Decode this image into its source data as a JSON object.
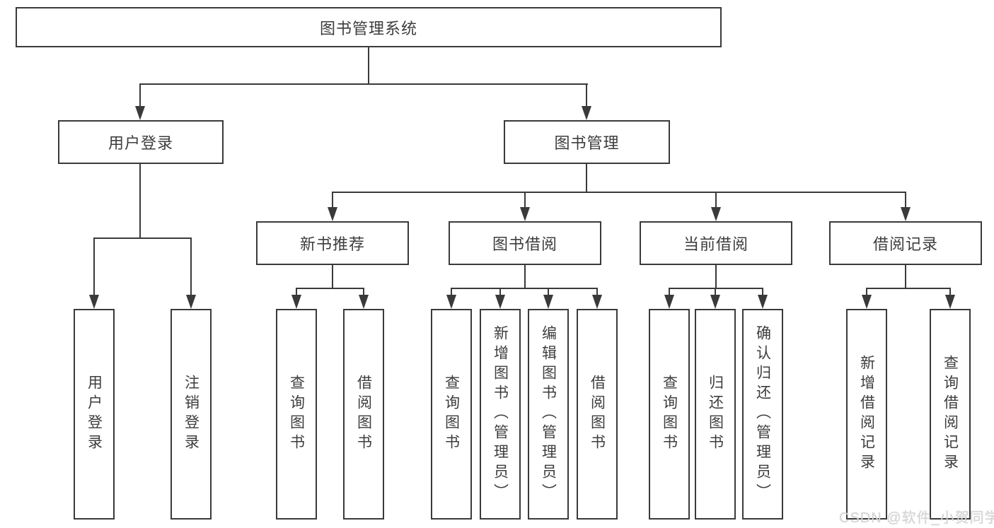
{
  "tree": {
    "root": {
      "label": "图书管理系统",
      "children": [
        {
          "label": "用户登录",
          "children": [
            {
              "label": "用户登录"
            },
            {
              "label": "注销登录"
            }
          ]
        },
        {
          "label": "图书管理",
          "children": [
            {
              "label": "新书推荐",
              "children": [
                {
                  "label": "查询图书"
                },
                {
                  "label": "借阅图书"
                }
              ]
            },
            {
              "label": "图书借阅",
              "children": [
                {
                  "label": "查询图书"
                },
                {
                  "label": "新增图书（管理员）"
                },
                {
                  "label": "编辑图书（管理员）"
                },
                {
                  "label": "借阅图书"
                }
              ]
            },
            {
              "label": "当前借阅",
              "children": [
                {
                  "label": "查询图书"
                },
                {
                  "label": "归还图书"
                },
                {
                  "label": "确认归还（管理员）"
                }
              ]
            },
            {
              "label": "借阅记录",
              "children": [
                {
                  "label": "新增借阅记录"
                },
                {
                  "label": "查询借阅记录"
                }
              ]
            }
          ]
        }
      ]
    }
  },
  "watermark": {
    "text": "CSDN @软件_小贺同学"
  },
  "colors": {
    "line": "#3a3a3a",
    "text": "#3d3d3d",
    "background": "#ffffff",
    "watermark": "#d6d6d6"
  }
}
